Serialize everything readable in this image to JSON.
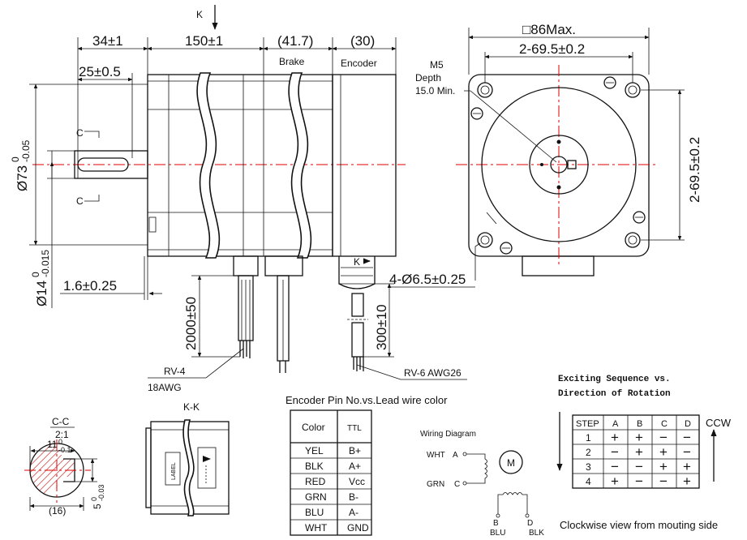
{
  "side_view": {
    "top_marker": "K",
    "dim_34": "34±1",
    "dim_150": "150±1",
    "dim_41_7": "(41.7)",
    "dim_30": "(30)",
    "brake_label": "Brake",
    "encoder_label": "Encoder",
    "dim_25": "25±0.5",
    "section_mark_top": "C",
    "section_mark_bottom": "C",
    "dia73_main": "Ø73",
    "dia73_upper": "0",
    "dia73_lower": "-0.05",
    "dia14_main": "Ø14",
    "dia14_upper": "0",
    "dia14_lower": "-0.015",
    "dim_1_6": "1.6±0.25",
    "k_marker_lower": "K",
    "cable_length_1": "2000±50",
    "cable_length_2": "300±10",
    "cable1_line1": "RV-4",
    "cable1_line2": "18AWG",
    "cable2_label": "RV-6 AWG26"
  },
  "front_view": {
    "square_max": "□86Max.",
    "hole_spacing_h": "2-69.5±0.2",
    "hole_spacing_v": "2-69.5±0.2",
    "thread_line1": "M5",
    "thread_line2": "Depth",
    "thread_line3": "15.0 Min.",
    "mount_holes": "4-Ø6.5±0.25"
  },
  "section_cc": {
    "title": "C-C",
    "scale": "2:1",
    "dim_11": "11",
    "dim_11_tol_upper": "0",
    "dim_11_tol_lower": "-0.1",
    "dim_16": "(16)",
    "dim_5": "5",
    "dim_5_tol_upper": "0",
    "dim_5_tol_lower": "-0.03"
  },
  "section_kk": {
    "title": "K-K",
    "label_text": "LABEL"
  },
  "encoder_table": {
    "title": "Encoder Pin No.vs.Lead wire color",
    "headers": [
      "Color",
      "TTL"
    ],
    "rows": [
      [
        "YEL",
        "B+"
      ],
      [
        "BLK",
        "A+"
      ],
      [
        "RED",
        "Vcc"
      ],
      [
        "GRN",
        "B-"
      ],
      [
        "BLU",
        "A-"
      ],
      [
        "WHT",
        "GND"
      ]
    ]
  },
  "wiring": {
    "title": "Wiring Diagram",
    "motor": "M",
    "wht": "WHT",
    "a": "A",
    "grn": "GRN",
    "c": "C",
    "b": "B",
    "d": "D",
    "blu": "BLU",
    "blk": "BLK"
  },
  "sequence": {
    "title_line1": "Exciting Sequence vs.",
    "title_line2": "Direction of Rotation",
    "headers": [
      "STEP",
      "A",
      "B",
      "C",
      "D"
    ],
    "rows": [
      [
        "1",
        "+",
        "+",
        "−",
        "−"
      ],
      [
        "2",
        "−",
        "+",
        "+",
        "−"
      ],
      [
        "3",
        "−",
        "−",
        "+",
        "+"
      ],
      [
        "4",
        "+",
        "−",
        "−",
        "+"
      ]
    ],
    "ccw": "CCW",
    "footer": "Clockwise view from mouting side"
  }
}
